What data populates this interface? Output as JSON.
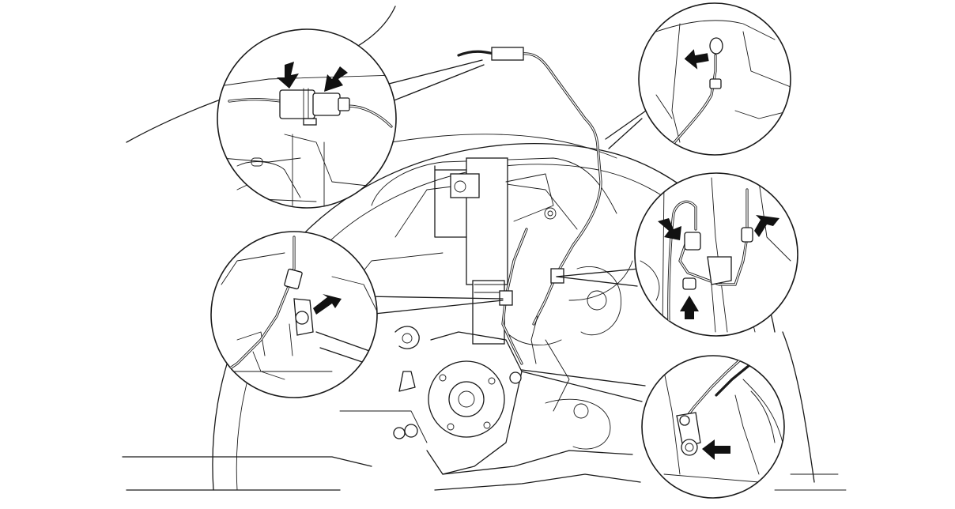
{
  "diagram": {
    "background": "#ffffff",
    "line_color": "#1a1a1a",
    "callouts": [
      {
        "id": "connector-detail",
        "icon": "connector-arrows"
      },
      {
        "id": "clamp-detail-upper-right",
        "icon": "clamp-arrow"
      },
      {
        "id": "bracket-detail-right",
        "icon": "bracket-arrows"
      },
      {
        "id": "clamp-detail-left",
        "icon": "clamp-arrow"
      },
      {
        "id": "bolt-detail-lower-right",
        "icon": "bolt-arrow"
      }
    ]
  }
}
